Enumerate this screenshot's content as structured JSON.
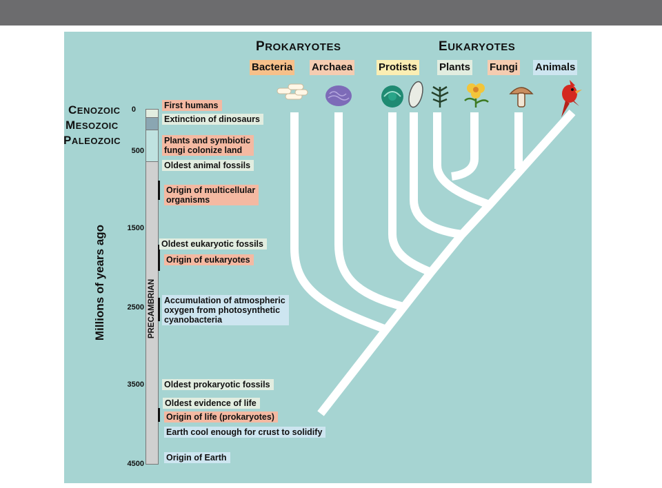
{
  "header": {
    "prokaryotes_first": "P",
    "prokaryotes_rest": "ROKARYOTES",
    "eukaryotes_first": "E",
    "eukaryotes_rest": "UKARYOTES"
  },
  "groups": {
    "bacteria": "Bacteria",
    "archaea": "Archaea",
    "protists": "Protists",
    "plants": "Plants",
    "fungi": "Fungi",
    "animals": "Animals"
  },
  "eras": {
    "cenozoic_first": "C",
    "cenozoic_rest": "ENOZOIC",
    "mesozoic_first": "M",
    "mesozoic_rest": "ESOZOIC",
    "paleozoic_first": "P",
    "paleozoic_rest": "ALEOZOIC",
    "precambrian": "PRECAMBRIAN"
  },
  "axis": {
    "label": "Millions of years ago",
    "ticks": [
      "0",
      "500",
      "1500",
      "2500",
      "3500",
      "4500"
    ]
  },
  "events": {
    "first_humans": "First humans",
    "extinction_dinosaurs": "Extinction of dinosaurs",
    "plants_fungi_1": "Plants and symbiotic",
    "plants_fungi_2": "fungi colonize land",
    "oldest_animal": "Oldest animal fossils",
    "multicellular_1": "Origin of multicellular",
    "multicellular_2": "organisms",
    "oldest_eukaryotic": "Oldest eukaryotic fossils",
    "origin_eukaryotes": "Origin of eukaryotes",
    "oxygen_1": "Accumulation of atmospheric",
    "oxygen_2": "oxygen from photosynthetic",
    "oxygen_3": "cyanobacteria",
    "oldest_prokaryotic": "Oldest prokaryotic fossils",
    "oldest_evidence": "Oldest evidence of life",
    "origin_life": "Origin of life (prokaryotes)",
    "earth_cool": "Earth cool enough for crust to solidify",
    "origin_earth": "Origin of Earth"
  },
  "colors": {
    "panel": "#a6d4d2",
    "branch": "#ffffff",
    "event_red": "#f4b9a2",
    "event_green": "#e2ede0",
    "event_blue": "#cde5f0",
    "topbar": "#6c6c6e"
  },
  "icons": [
    "bacteria-icon",
    "archaea-icon",
    "protist-green-icon",
    "protist-diatom-icon",
    "plant-moss-icon",
    "plant-flower-icon",
    "mushroom-icon",
    "cardinal-bird-icon"
  ]
}
